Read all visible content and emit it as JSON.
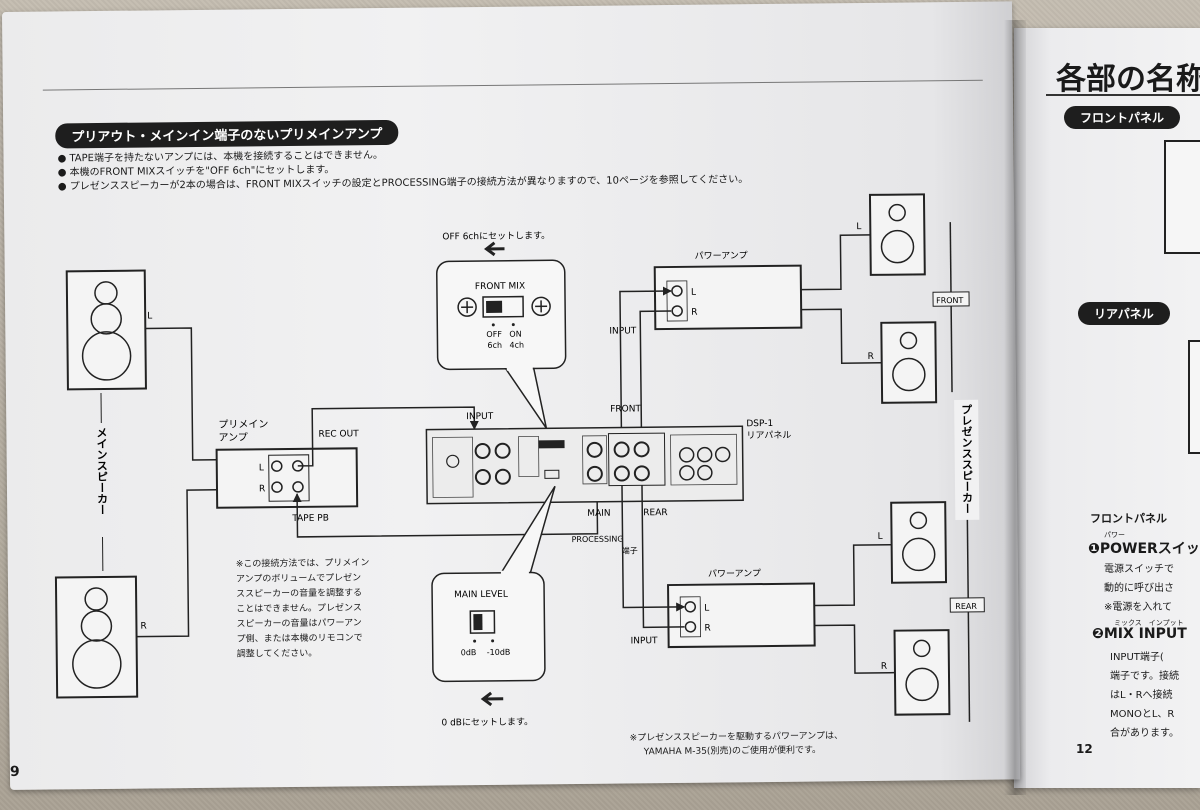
{
  "left_page": {
    "section_title": "プリアウト・メインイン端子のないプリメインアンプ",
    "bullets": [
      "TAPE端子を持たないアンプには、本機を接続することはできません。",
      "本機のFRONT MIXスイッチを\"OFF 6ch\"にセットします。",
      "プレゼンススピーカーが2本の場合は、FRONT MIXスイッチの設定とPROCESSING端子の接続方法が異なりますので、10ページを参照してください。"
    ],
    "page_number": "9",
    "note_left": [
      "※この接続方法では、プリメイン",
      "アンプのボリュームでプレゼン",
      "ススピーカーの音量を調整する",
      "ことはできません。プレゼンス",
      "スピーカーの音量はパワーアン",
      "プ側、または本機のリモコンで",
      "調整してください。"
    ],
    "note_bottom": [
      "※プレゼンススピーカーを駆動するパワーアンプは、",
      "YAMAHA M-35(別売)のご使用が便利です。"
    ]
  },
  "diagram": {
    "front_mix_instruction": "OFF 6chにセットします。",
    "front_mix_title": "FRONT MIX",
    "front_mix_off": "OFF",
    "front_mix_off_sub": "6ch",
    "front_mix_on": "ON",
    "front_mix_on_sub": "4ch",
    "main_level_title": "MAIN LEVEL",
    "main_level_a": "0dB",
    "main_level_b": "-10dB",
    "main_level_instruction": "0 dBにセットします。",
    "main_speaker_label": "メインスピーカー",
    "presence_speaker_label": "プレゼンススピーカー",
    "preamp_label_1": "プリメイン",
    "preamp_label_2": "アンプ",
    "rec_out": "REC OUT",
    "tape_pb": "TAPE PB",
    "input": "INPUT",
    "front": "FRONT",
    "main": "MAIN",
    "rear": "REAR",
    "processing_1": "PROCESSING",
    "processing_2": "端子",
    "dsp_label_1": "DSP-1",
    "dsp_label_2": "リアパネル",
    "power_amp": "パワーアンプ",
    "ch_l": "L",
    "ch_r": "R",
    "front_tag": "FRONT",
    "rear_tag": "REAR"
  },
  "right_page": {
    "title": "各部の名称",
    "front_panel_tab": "フロントパネル",
    "rear_panel_tab": "リアパネル",
    "front_panel_heading": "フロントパネル",
    "power_ruby": "パワー",
    "power_item": "❶POWERスイッ",
    "power_line_1": "電源スイッチで",
    "power_line_2": "動的に呼び出さ",
    "power_line_3": "※電源を入れて",
    "mix_ruby": "ミックス　インプット",
    "mix_item": "❷MIX INPUT",
    "mix_line_1": "INPUT端子(",
    "mix_line_2": "端子です。接続",
    "mix_line_3": "はL・Rへ接続",
    "mix_line_4": "MONOとL、R",
    "mix_line_5": "合があります。",
    "page_number": "12"
  }
}
